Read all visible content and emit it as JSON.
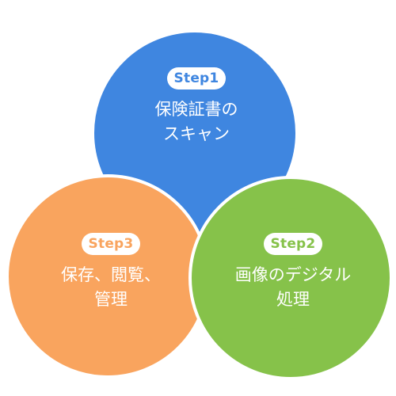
{
  "steps": [
    {
      "label": "Step1",
      "lines": [
        "保険証書の",
        "スキャン"
      ],
      "color": "#3f86e0"
    },
    {
      "label": "Step2",
      "lines": [
        "画像のデジタル",
        "処理"
      ],
      "color": "#86c24a"
    },
    {
      "label": "Step3",
      "lines": [
        "保存、閲覧、",
        "管理"
      ],
      "color": "#f9a45e"
    }
  ]
}
